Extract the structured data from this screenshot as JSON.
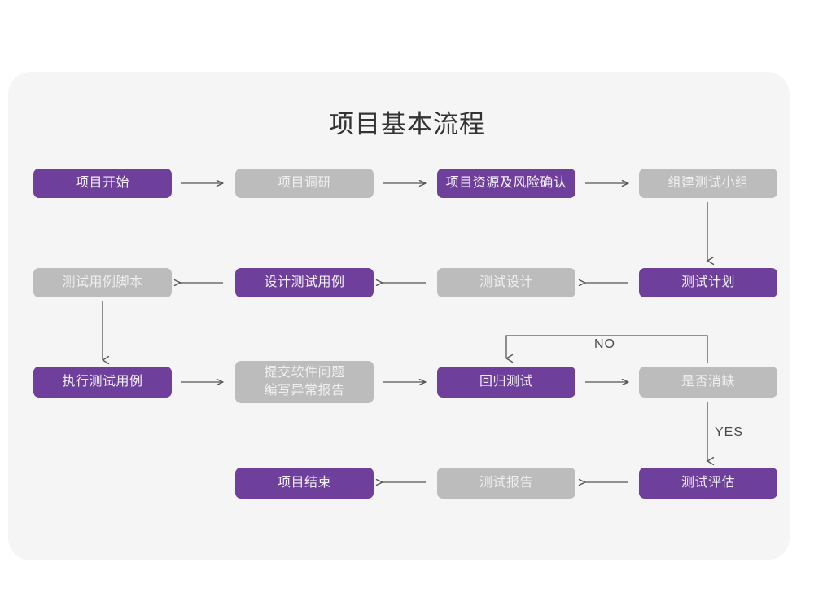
{
  "page": {
    "background": "#ffffff",
    "card_background": "#f5f5f6"
  },
  "title": "项目基本流程",
  "colors": {
    "purple": "#6e409b",
    "purple_text": "#f3eef8",
    "gray": "#bcbcbc",
    "gray_text": "#efefef",
    "connector": "#555555",
    "title_text": "#333333"
  },
  "nodes": [
    {
      "id": "n1",
      "label": "项目开始",
      "style": "purple",
      "row": 1,
      "col": 1
    },
    {
      "id": "n2",
      "label": "项目调研",
      "style": "gray",
      "row": 1,
      "col": 2
    },
    {
      "id": "n3",
      "label": "项目资源及风险确认",
      "style": "purple",
      "row": 1,
      "col": 3
    },
    {
      "id": "n4",
      "label": "组建测试小组",
      "style": "gray",
      "row": 1,
      "col": 4
    },
    {
      "id": "n5",
      "label": "测试用例脚本",
      "style": "gray",
      "row": 2,
      "col": 1
    },
    {
      "id": "n6",
      "label": "设计测试用例",
      "style": "purple",
      "row": 2,
      "col": 2
    },
    {
      "id": "n7",
      "label": "测试设计",
      "style": "gray",
      "row": 2,
      "col": 3
    },
    {
      "id": "n8",
      "label": "测试计划",
      "style": "purple",
      "row": 2,
      "col": 4
    },
    {
      "id": "n9",
      "label": "执行测试用例",
      "style": "purple",
      "row": 3,
      "col": 1
    },
    {
      "id": "n10",
      "label": "提交软件问题\n编写异常报告",
      "style": "gray",
      "row": 3,
      "col": 2
    },
    {
      "id": "n11",
      "label": "回归测试",
      "style": "purple",
      "row": 3,
      "col": 3
    },
    {
      "id": "n12",
      "label": "是否消缺",
      "style": "gray",
      "row": 3,
      "col": 4
    },
    {
      "id": "n13",
      "label": "项目结束",
      "style": "purple",
      "row": 4,
      "col": 2
    },
    {
      "id": "n14",
      "label": "测试报告",
      "style": "gray",
      "row": 4,
      "col": 3
    },
    {
      "id": "n15",
      "label": "测试评估",
      "style": "purple",
      "row": 4,
      "col": 4
    }
  ],
  "edge_labels": {
    "no": "NO",
    "yes": "YES"
  },
  "flow_sequence": [
    "项目开始",
    "项目调研",
    "项目资源及风险确认",
    "组建测试小组",
    "测试计划",
    "测试设计",
    "设计测试用例",
    "测试用例脚本",
    "执行测试用例",
    "提交软件问题编写异常报告",
    "回归测试",
    "是否消缺",
    "测试评估",
    "测试报告",
    "项目结束"
  ]
}
